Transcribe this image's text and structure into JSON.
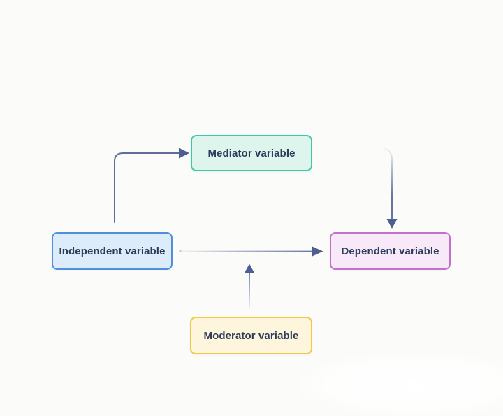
{
  "diagram": {
    "type": "mediation-moderation-model",
    "nodes": [
      {
        "id": "mediator",
        "label": "Mediator variable",
        "fill": "#def5ee",
        "border": "#3fc9a9"
      },
      {
        "id": "independent",
        "label": "Independent variable",
        "fill": "#ddecfa",
        "border": "#4f90d9"
      },
      {
        "id": "dependent",
        "label": "Dependent variable",
        "fill": "#f7e9f7",
        "border": "#c171ca"
      },
      {
        "id": "moderator",
        "label": "Moderator variable",
        "fill": "#fdf6dc",
        "border": "#f3c843"
      }
    ],
    "edges": [
      {
        "from": "independent",
        "to": "mediator",
        "style": "elbow-up-right"
      },
      {
        "from": "mediator",
        "to": "dependent",
        "style": "vertical-down-faded-top"
      },
      {
        "from": "independent",
        "to": "dependent",
        "style": "horizontal-faded-start"
      },
      {
        "from": "moderator",
        "to": "independent-dependent-edge",
        "style": "vertical-up-faded-bottom"
      }
    ],
    "colors": {
      "background": "#fbfbf9",
      "arrow_line": "#5f6d9c",
      "arrow_head": "#4e5e90",
      "text": "#2d3a5a"
    }
  }
}
